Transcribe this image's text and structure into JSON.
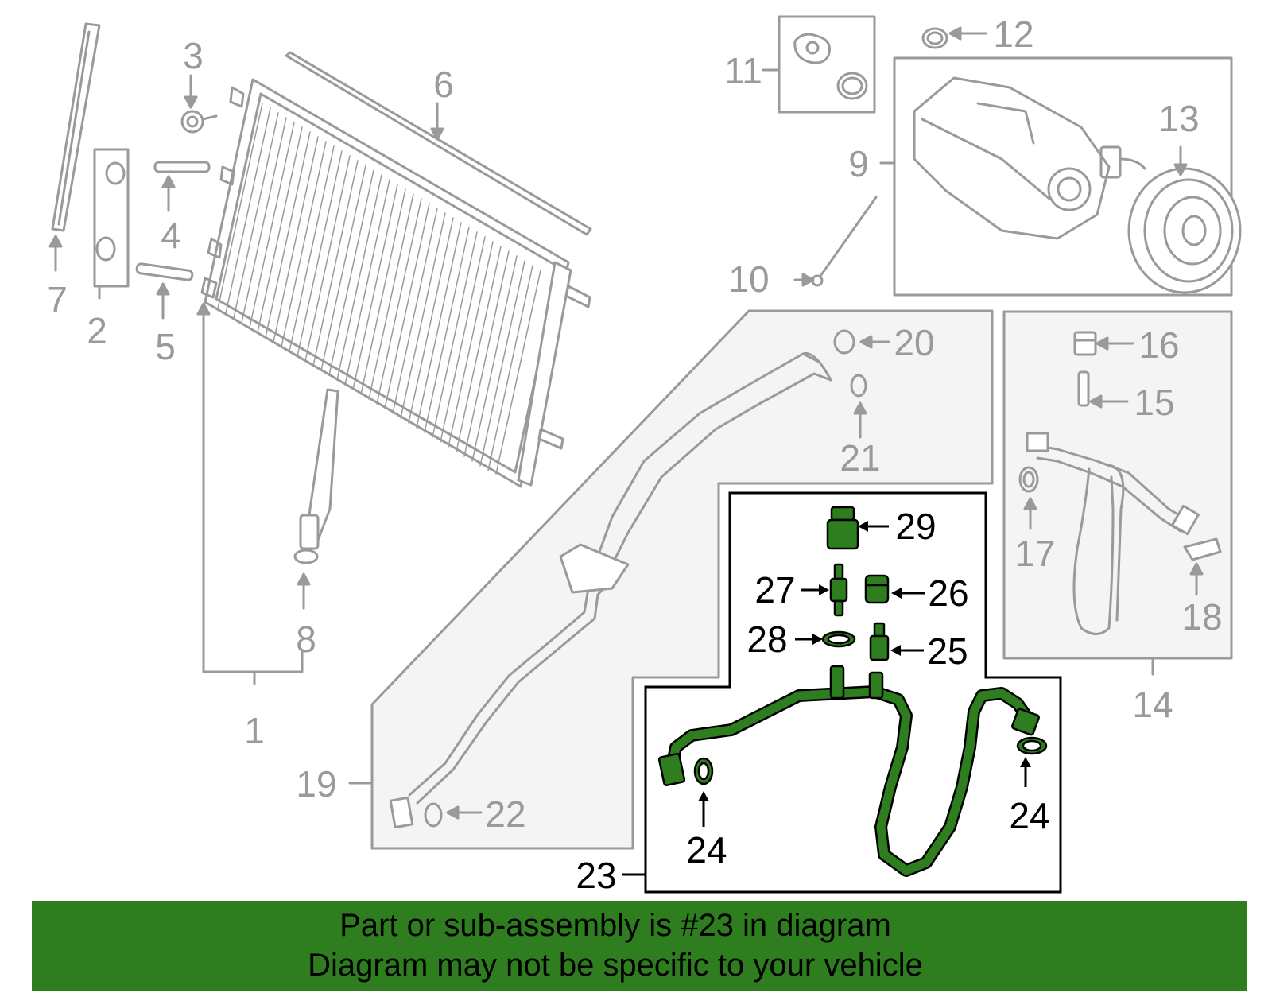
{
  "colors": {
    "background": "#ffffff",
    "gray_line": "#9a9a9a",
    "panel_fill": "#f4f4f4",
    "highlight_part": "#2e7d1e",
    "banner": "#2e7d1e",
    "black": "#000000"
  },
  "callouts": {
    "c1": "1",
    "c2": "2",
    "c3": "3",
    "c4": "4",
    "c5": "5",
    "c6": "6",
    "c7": "7",
    "c8": "8",
    "c9": "9",
    "c10": "10",
    "c11": "11",
    "c12": "12",
    "c13": "13",
    "c14": "14",
    "c15": "15",
    "c16": "16",
    "c17": "17",
    "c18": "18",
    "c19": "19",
    "c20": "20",
    "c21": "21",
    "c22": "22",
    "c23": "23",
    "c24a": "24",
    "c24b": "24",
    "c25": "25",
    "c26": "26",
    "c27": "27",
    "c28": "28",
    "c29": "29"
  },
  "highlighted_part": "23",
  "banner": {
    "line1": "Part or sub-assembly is #23 in diagram",
    "line2": "Diagram may not be specific to your vehicle"
  }
}
